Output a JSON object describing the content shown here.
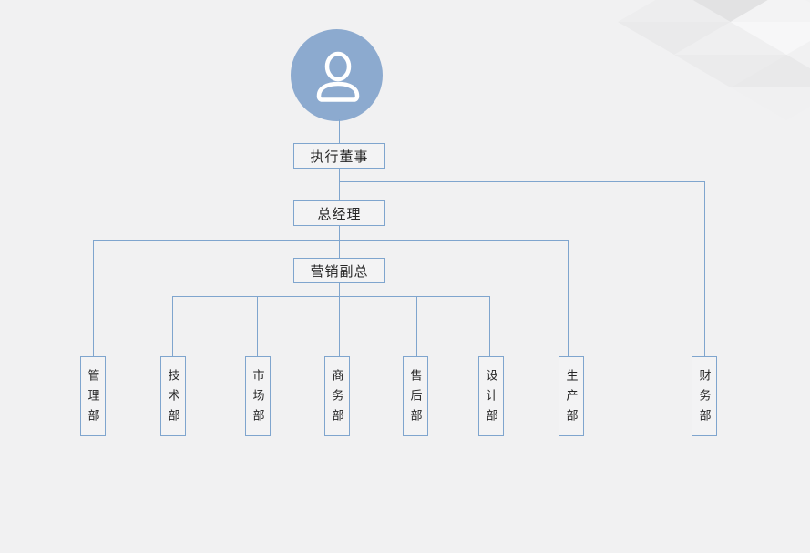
{
  "org_chart": {
    "avatar": {
      "icon": "person-icon",
      "color": "#8caacf"
    },
    "accent_color": "#7fa5ce",
    "background_color": "#f1f1f2",
    "levels": [
      {
        "label": "执行董事"
      },
      {
        "label": "总经理"
      },
      {
        "label": "营销副总"
      }
    ],
    "departments": [
      {
        "label": "管理部",
        "reports_to": "总经理"
      },
      {
        "label": "技术部",
        "reports_to": "营销副总"
      },
      {
        "label": "市场部",
        "reports_to": "营销副总"
      },
      {
        "label": "商务部",
        "reports_to": "营销副总"
      },
      {
        "label": "售后部",
        "reports_to": "营销副总"
      },
      {
        "label": "设计部",
        "reports_to": "营销副总"
      },
      {
        "label": "生产部",
        "reports_to": "总经理"
      },
      {
        "label": "财务部",
        "reports_to": "执行董事"
      }
    ]
  }
}
